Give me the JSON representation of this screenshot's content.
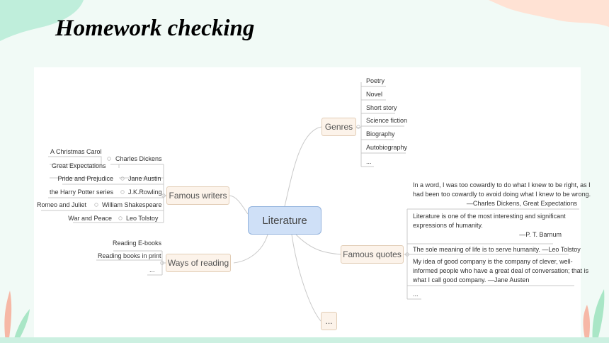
{
  "title": "Homework checking",
  "mindmap": {
    "central": "Literature",
    "genres": {
      "label": "Genres",
      "items": [
        "Poetry",
        "Novel",
        "Short story",
        "Science fiction",
        "Biography",
        "Autobiography",
        "..."
      ]
    },
    "famous_writers": {
      "label": "Famous writers",
      "authors": [
        {
          "name": "Charles Dickens",
          "works": [
            "A Christmas  Carol",
            "Great Expectations"
          ]
        },
        {
          "name": "Jane Austin",
          "works": [
            "Pride and Prejudice"
          ]
        },
        {
          "name": "J.K.Rowling",
          "works": [
            "the Harry Potter series"
          ]
        },
        {
          "name": "William Shakespeare",
          "works": [
            "Romeo and Juliet"
          ]
        },
        {
          "name": "Leo Tolstoy",
          "works": [
            "War and Peace"
          ]
        }
      ]
    },
    "ways_of_reading": {
      "label": "Ways of reading",
      "items": [
        "Reading E-books",
        "Reading books in print",
        "..."
      ]
    },
    "famous_quotes": {
      "label": "Famous quotes",
      "quotes": [
        {
          "lines": [
            "In a word, I was too cowardly to do what I knew to be right, as I",
            "had been too cowardly to avoid doing what I knew to be wrong."
          ],
          "source": "—Charles Dickens, Great Expectations"
        },
        {
          "lines": [
            "Literature is one of the most interesting and significant",
            "expressions of humanity."
          ],
          "source": "—P. T. Barnum"
        },
        {
          "lines": [
            "The sole meaning of life is to serve humanity.  —Leo Tolstoy"
          ],
          "source": ""
        },
        {
          "lines": [
            "My idea of good company is the company of clever, well-",
            "informed people who have a great deal of conversation; that is",
            "what I call good company.                  —Jane Austen"
          ],
          "source": ""
        }
      ],
      "more": "..."
    },
    "more_branch": "..."
  },
  "colors": {
    "background": "#f1faf6",
    "central_fill": "#cfe0f7",
    "node_fill": "#fcf3ea",
    "line": "#c9c9c9"
  }
}
